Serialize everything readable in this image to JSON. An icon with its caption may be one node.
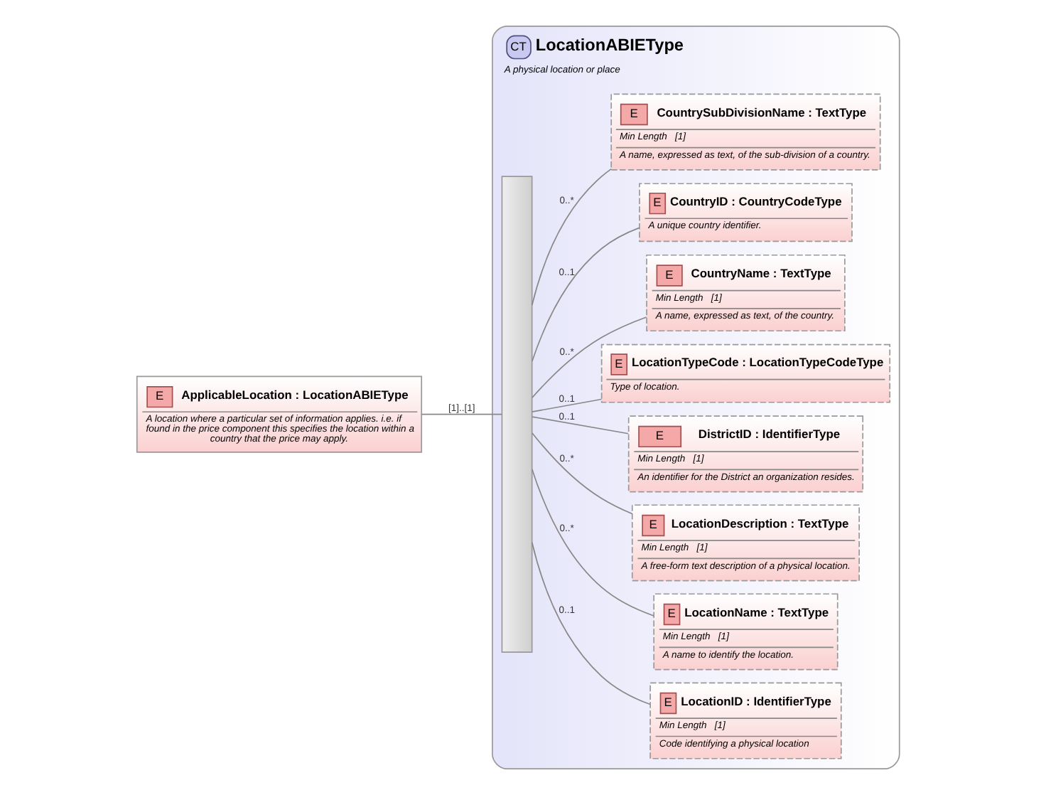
{
  "diagram": {
    "nodes": [
      {
        "text": [
          "E",
          "ApplicableLocation : LocationABIEType",
          "A location where a particular set of information applies. i.e. if found in the price component this specifies the location within a country that the price may apply."
        ]
      },
      {
        "text": [
          "CT",
          "LocationABIEType",
          "A physical location or place"
        ]
      },
      {
        "text": [],
        "shape": "bar",
        "in": 1
      },
      {
        "text": [
          "E",
          "LocationID : IdentifierType",
          "Min Length",
          "[1]",
          "Code identifying a physical location"
        ],
        "in": 1
      },
      {
        "text": [
          "E",
          "LocationName : TextType",
          "Min Length",
          "[1]",
          "A name to identify the location."
        ],
        "in": 1
      },
      {
        "text": [
          "E",
          "LocationDescription : TextType",
          "Min Length",
          "[1]",
          "A free-form text description of a physical location."
        ],
        "in": 1
      },
      {
        "text": [
          "E",
          "DistrictID : IdentifierType",
          "Min Length",
          "[1]",
          "An identifier for the District an organization resides."
        ],
        "in": 1
      },
      {
        "text": [
          "E",
          "LocationTypeCode : LocationTypeCodeType",
          "Type of location."
        ],
        "in": 1
      },
      {
        "text": [
          "E",
          "CountryName : TextType",
          "Min Length",
          "[1]",
          "A name, expressed as text, of the country."
        ],
        "in": 1
      },
      {
        "text": [
          "E",
          "CountryID : CountryCodeType",
          "A unique country identifier."
        ],
        "in": 1
      },
      {
        "text": [
          "E",
          "CountrySubDivisionName : TextType",
          "Min Length",
          "[1]",
          "A name, expressed as text, of the sub-division of a country."
        ],
        "in": 1
      }
    ],
    "edges": [
      {
        "from": 0,
        "to": 2,
        "arrow": "none",
        "label": "[1]..[1]"
      },
      {
        "from": 2,
        "to": 3,
        "arrow": "none",
        "label": "0..1"
      },
      {
        "from": 2,
        "to": 4,
        "arrow": "none",
        "label": "0..*"
      },
      {
        "from": 2,
        "to": 5,
        "arrow": "none",
        "label": "0..*"
      },
      {
        "from": 2,
        "to": 6,
        "arrow": "none",
        "label": "0..1"
      },
      {
        "from": 2,
        "to": 7,
        "arrow": "none",
        "label": "0..1"
      },
      {
        "from": 2,
        "to": 8,
        "arrow": "none",
        "label": "0..*"
      },
      {
        "from": 2,
        "to": 9,
        "arrow": "none",
        "label": "0..1"
      },
      {
        "from": 2,
        "to": 10,
        "arrow": "none",
        "label": "0..*"
      }
    ]
  }
}
